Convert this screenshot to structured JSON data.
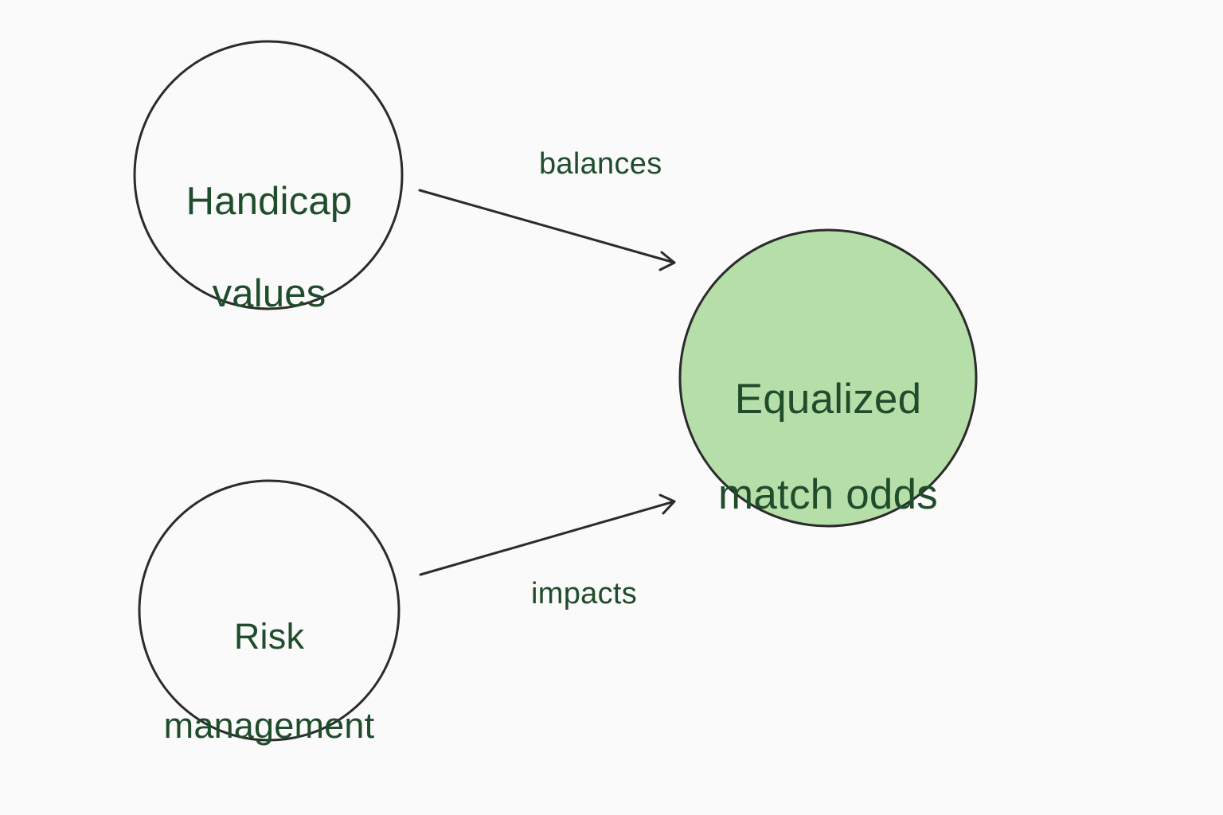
{
  "diagram": {
    "nodes": {
      "handicap": {
        "line1": "Handicap",
        "line2": "values",
        "fill": "#fafafa",
        "stroke": "#2b2b2b"
      },
      "risk": {
        "line1": "Risk",
        "line2": "management",
        "fill": "#fafafa",
        "stroke": "#2b2b2b"
      },
      "equalized": {
        "line1": "Equalized",
        "line2": "match odds",
        "fill": "#b5dea9",
        "stroke": "#2b2b2b"
      }
    },
    "edges": {
      "balances": {
        "from": "Handicap values",
        "to": "Equalized match odds",
        "label": "balances"
      },
      "impacts": {
        "from": "Risk management",
        "to": "Equalized match odds",
        "label": "impacts"
      }
    },
    "colors": {
      "text": "#1f4d2b",
      "line": "#2b2b2b",
      "background": "#fafafa",
      "accent_fill": "#b5dea9"
    }
  }
}
